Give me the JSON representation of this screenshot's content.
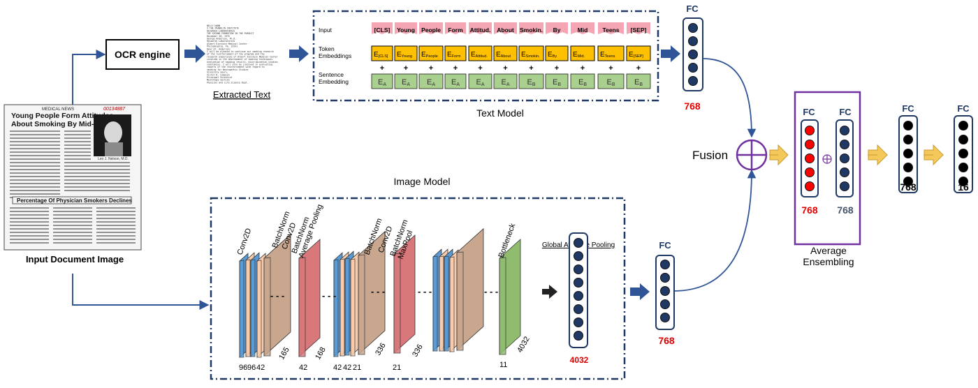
{
  "ocr_engine_label": "OCR engine",
  "extracted_text_caption": "Extracted Text",
  "input_document_caption": "Input Document Image",
  "document": {
    "header_left": "MEDICAL NEWS",
    "header_right": "00134887",
    "headline_1": "Young People Form Attitudes",
    "headline_2": "About Smoking By Mid-Teens",
    "photo_caption": "Leo J. Nelson, M.D.",
    "subheadline": "Percentage Of Physician Smokers Declines"
  },
  "extracted_text_lines": [
    "NELLY HANN",
    "3 THE FRANKLIN INSTITUTE",
    "RESEARCH LABORATORIES",
    "THE SECOND FORMATION IN THE PURSUIT",
    "December 30, 1976",
    "George Anderson, Ph.D.",
    "Research Laboratories",
    "Albert Einstein Medical Center",
    "Philadelphia, Pa. 19141",
    "Dear Dr. Anderson:",
    "I will be pleased to continue our smoking research",
    "of the reinforcement of the program and the",
    "research experience of Albert Einstein Medical Center",
    "involved in the development of smoking techniques",
    "evaluation of smoking results, discrimination studies",
    "substances. I will also be involved in evaluating",
    "reports of the reinforcement with regard to",
    "smoking for Neuropathic Studies",
    "Sincerely yours,",
    "Victor R. Simpson",
    "Principal Scientist",
    "Neurology Section",
    "Physical and Life Science Dept."
  ],
  "text_model": {
    "caption": "Text Model",
    "row_labels": {
      "input": "Input",
      "token": "Token\nEmbeddings",
      "sentence": "Sentence\nEmbedding"
    },
    "plus_sign": "+",
    "tokens": [
      "[CLS]",
      "Young",
      "People",
      "Form",
      "Attitud.",
      "About",
      "Smokin.",
      "By",
      "Mid",
      "Teens",
      "[SEP]"
    ],
    "token_embeddings": [
      {
        "base": "E",
        "sub": "[CLS]"
      },
      {
        "base": "E",
        "sub": "Young"
      },
      {
        "base": "E",
        "sub": "People"
      },
      {
        "base": "E",
        "sub": "Form"
      },
      {
        "base": "E",
        "sub": "Attitud."
      },
      {
        "base": "E",
        "sub": "About"
      },
      {
        "base": "E",
        "sub": "Smokin."
      },
      {
        "base": "E",
        "sub": "By"
      },
      {
        "base": "E",
        "sub": "Mid."
      },
      {
        "base": "E",
        "sub": "Teens"
      },
      {
        "base": "E",
        "sub": "[SEP]"
      }
    ],
    "sentence_embeddings": [
      {
        "base": "E",
        "sub": "A"
      },
      {
        "base": "E",
        "sub": "A"
      },
      {
        "base": "E",
        "sub": "A"
      },
      {
        "base": "E",
        "sub": "A"
      },
      {
        "base": "E",
        "sub": "A"
      },
      {
        "base": "E",
        "sub": "A"
      },
      {
        "base": "E",
        "sub": "B"
      },
      {
        "base": "E",
        "sub": "B"
      },
      {
        "base": "E",
        "sub": "B"
      },
      {
        "base": "E",
        "sub": "B"
      },
      {
        "base": "E",
        "sub": "B"
      }
    ]
  },
  "image_model": {
    "caption": "Image Model",
    "layer_labels": [
      "Conv2D",
      "BatchNorm",
      "Conv2D",
      "BatchNorm",
      "Average Pooling",
      "BatchNorm",
      "Conv2D",
      "BatchNorm",
      "MaxPool",
      "Bottleneck"
    ],
    "gap_label": "Global Average Pooling",
    "gap_value": "4032",
    "dims": [
      {
        "id": "96",
        "text": "96"
      },
      {
        "id": "96b",
        "text": "96"
      },
      {
        "id": "42a",
        "text": "42"
      },
      {
        "id": "165",
        "text": "165"
      },
      {
        "id": "42b",
        "text": "42"
      },
      {
        "id": "168",
        "text": "168"
      },
      {
        "id": "42c",
        "text": "42"
      },
      {
        "id": "42d",
        "text": "42"
      },
      {
        "id": "21a",
        "text": "21"
      },
      {
        "id": "336a",
        "text": "336"
      },
      {
        "id": "21b",
        "text": "21"
      },
      {
        "id": "336b",
        "text": "336"
      },
      {
        "id": "11",
        "text": "11"
      },
      {
        "id": "4032",
        "text": "4032"
      }
    ]
  },
  "fc_label": "FC",
  "text_fc_value": "768",
  "image_fc_value": "768",
  "fusion_label": "Fusion",
  "ensemble": {
    "caption": "Average\nEnsembling",
    "left_fc_value": "768",
    "right_fc_value": "768"
  },
  "final_layers": [
    {
      "label": "FC",
      "value": "768"
    },
    {
      "label": "FC",
      "value": "16"
    }
  ],
  "colors": {
    "arrow_blue": "#2f5597",
    "frame_blue": "#1f3864",
    "token_pink": "#f4a6b4",
    "token_yellow": "#ffc000",
    "sentence_green": "#a9d08e",
    "value_red": "#e00000",
    "fusion_purple": "#7030a0",
    "neuron_dark": "#1f3864",
    "neuron_red": "#ff0000",
    "conv_blue": "#5b9bd5",
    "bn_peach": "#f8cbad",
    "conv_tan": "#c9a78e",
    "pool_red": "#d9787a",
    "bottleneck_green": "#8fbc6e",
    "gold_arrow": "#f5c85a"
  }
}
